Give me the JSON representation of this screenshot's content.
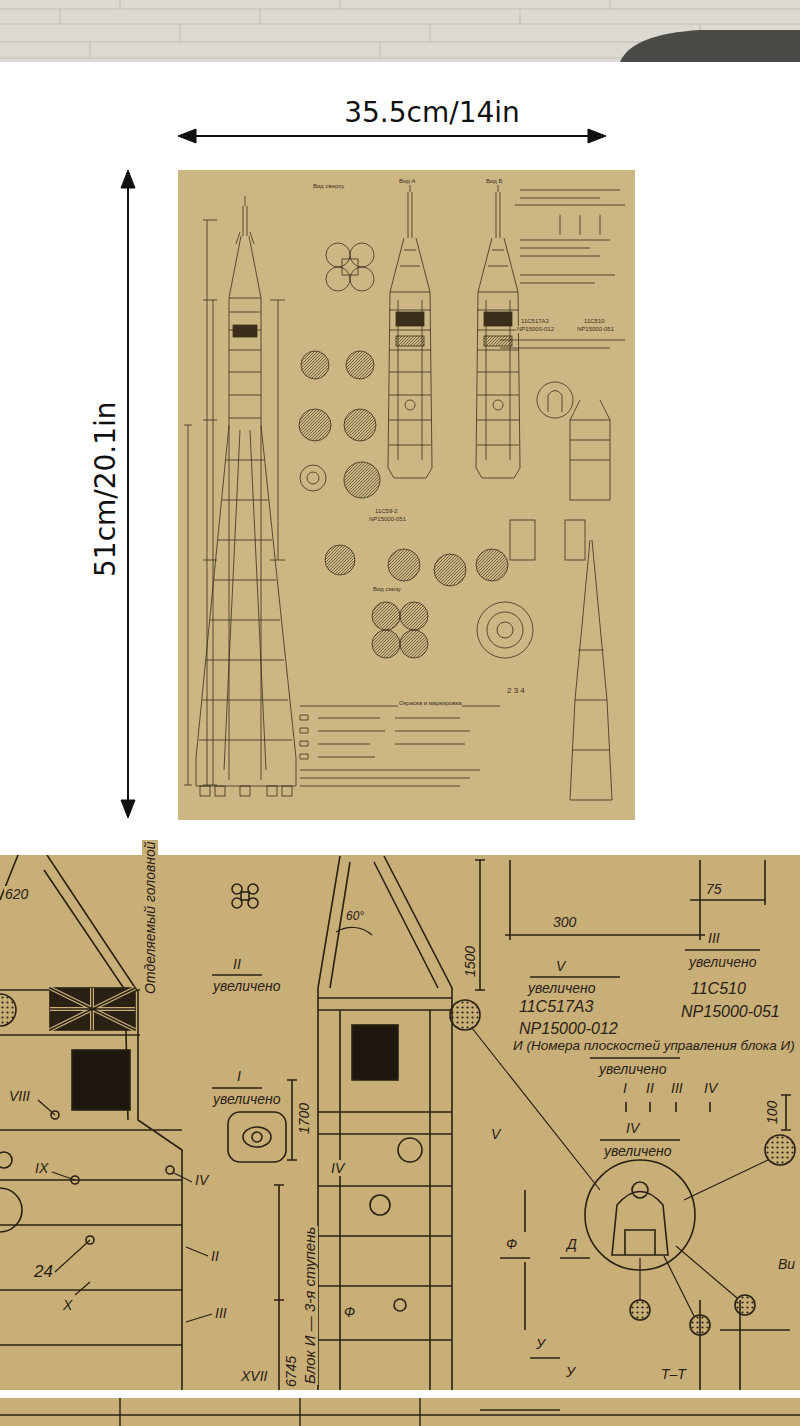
{
  "diagram": {
    "labels": [
      "35.5cm/14in",
      "51cm/20.1in",
      "Вид сверху",
      "Вид А",
      "Вид Б",
      "11С517А3",
      "NP15000-012",
      "11С510",
      "NP15000-051",
      "11С59-2",
      "NP15000-051",
      "Вид снизу",
      "2 3 4",
      "Окраска и маркировка",
      "620",
      "Отделяемый головной",
      "II",
      "увеличено",
      "I",
      "увеличено",
      "VIII",
      "IX",
      "IV",
      "24",
      "X",
      "II",
      "III",
      "XVII",
      "6745",
      "Блок И — 3-я ступень",
      "1700",
      "60°",
      "1500",
      "IV",
      "V",
      "Ф",
      "Д",
      "Ф",
      "У",
      "У",
      "Т–Т",
      "300",
      "75",
      "V",
      "увеличено",
      "11С517А3",
      "NP15000-012",
      "III",
      "увеличено",
      "11С510",
      "NP15000-051",
      "И (Номера плоскостей управления блока И)",
      "увеличено",
      "I",
      "II",
      "III",
      "IV",
      "100",
      "IV",
      "увеличено",
      "Bu"
    ]
  }
}
